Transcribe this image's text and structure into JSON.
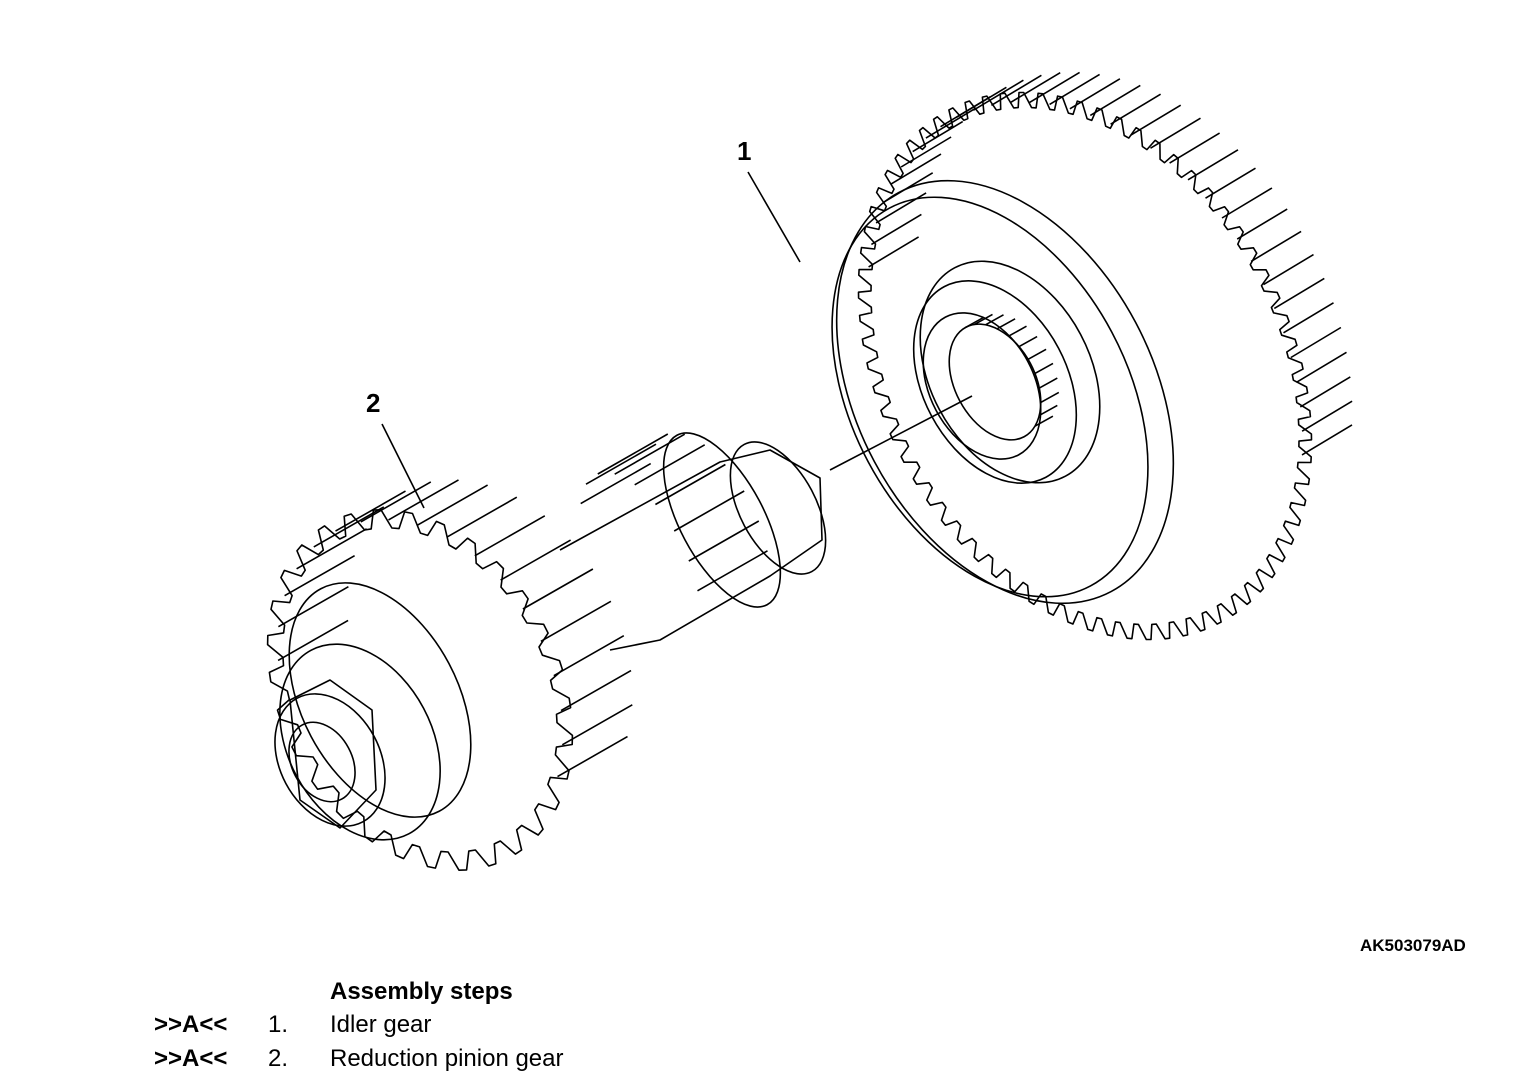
{
  "figure": {
    "callouts": [
      {
        "number": "1",
        "part": "Idler gear"
      },
      {
        "number": "2",
        "part": "Reduction pinion gear"
      }
    ],
    "figure_code": "AK503079AD",
    "line_color": "#000000",
    "background": "#ffffff"
  },
  "assembly": {
    "title": "Assembly steps",
    "steps": [
      {
        "mark": ">>A<<",
        "number": "1.",
        "label": "Idler gear"
      },
      {
        "mark": ">>A<<",
        "number": "2.",
        "label": "Reduction pinion gear"
      }
    ]
  }
}
